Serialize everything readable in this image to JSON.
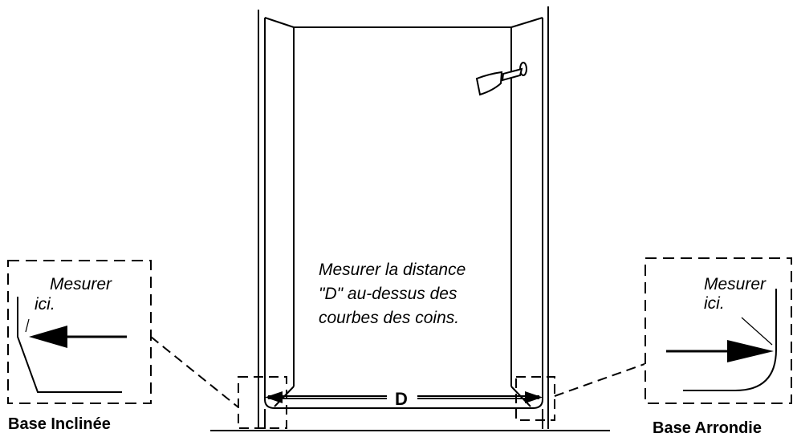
{
  "center_note": {
    "line1": "Mesurer la distance",
    "line2": "\"D\" au-dessus des",
    "line3": "courbes des coins."
  },
  "dimension_label": "D",
  "left_detail": {
    "note_line1": "Mesurer",
    "note_line2": "ici.",
    "caption": "Base Inclinée"
  },
  "right_detail": {
    "note_line1": "Mesurer",
    "note_line2": "ici.",
    "caption": "Base Arrondie"
  },
  "icons": [
    "shower-head-icon",
    "arrow-left-icon",
    "arrow-right-icon",
    "dimension-arrow-icon"
  ]
}
